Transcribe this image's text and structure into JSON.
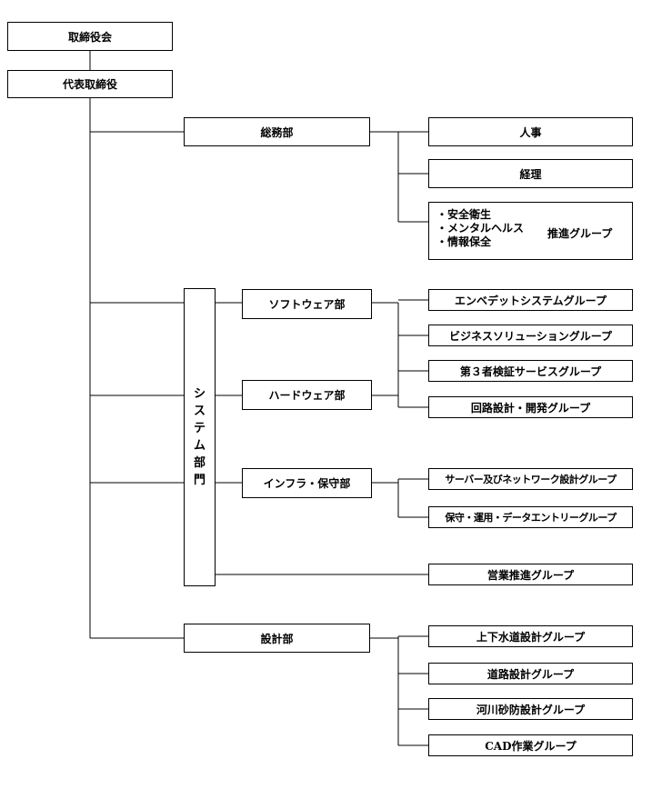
{
  "board": "取締役会",
  "president": "代表取締役",
  "general_affairs": {
    "name": "総務部",
    "children": [
      "人事",
      "経理"
    ],
    "committee_items": [
      "・安全衛生",
      "・メンタルヘルス",
      "・情報保全"
    ],
    "committee_group": "推進グループ"
  },
  "system_division": {
    "name_chars": [
      "シ",
      "ス",
      "テ",
      "ム",
      "部",
      "門"
    ],
    "software": {
      "name": "ソフトウェア部",
      "groups": [
        "エンベデットシステムグループ",
        "ビジネスソリューショングループ"
      ]
    },
    "hardware": {
      "name": "ハードウェア部",
      "groups": [
        "第３者検証サービスグループ",
        "回路設計・開発グループ"
      ]
    },
    "infra": {
      "name": "インフラ・保守部",
      "groups": [
        "サーバー及びネットワーク設計グループ",
        "保守・運用・データエントリーグループ"
      ]
    },
    "sales_group": "営業推進グループ"
  },
  "design": {
    "name": "設計部",
    "groups": [
      "上下水道設計グループ",
      "道路設計グループ",
      "河川砂防設計グループ",
      "CAD作業グループ"
    ]
  }
}
